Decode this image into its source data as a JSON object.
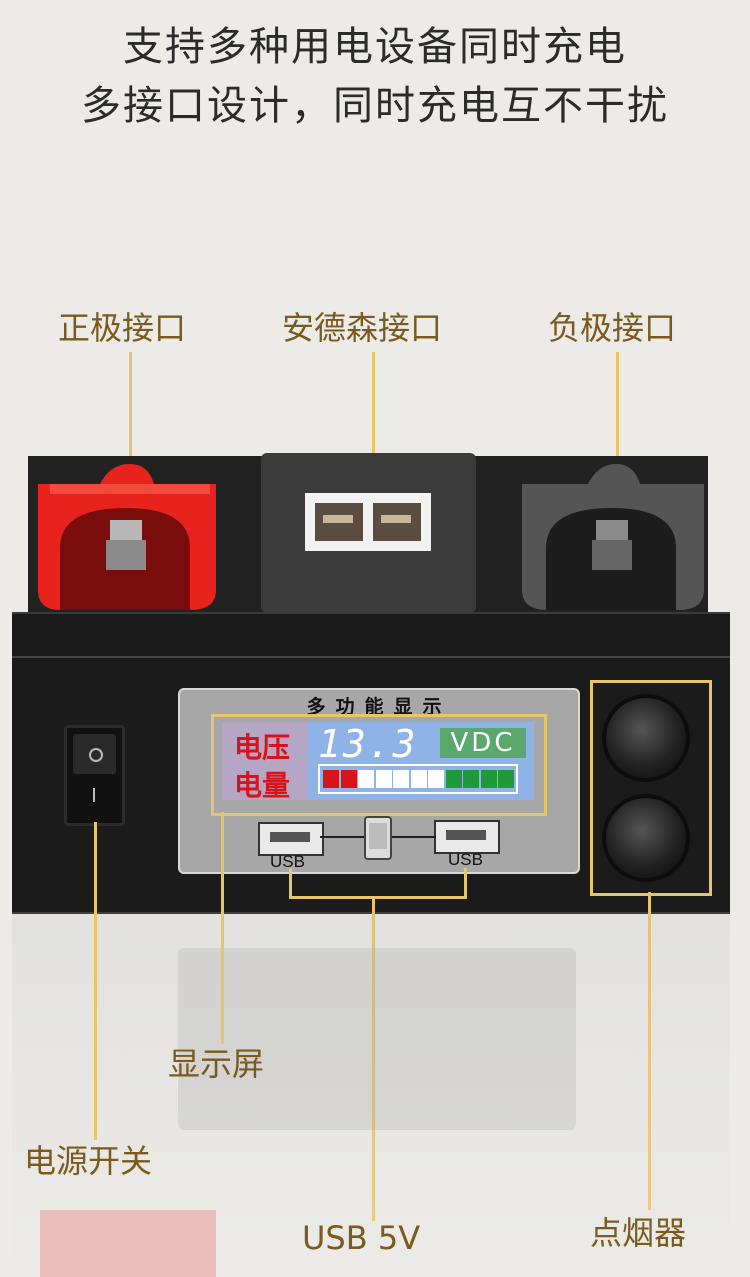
{
  "headline": {
    "line1": "支持多种用电设备同时充电",
    "line2": "多接口设计，同时充电互不干扰"
  },
  "callouts": {
    "positive": "正极接口",
    "anderson": "安德森接口",
    "negative": "负极接口",
    "display": "显示屏",
    "power_switch": "电源开关",
    "usb": "USB 5V",
    "cigarette": "点烟器"
  },
  "display_panel": {
    "title": "多功能显示",
    "voltage_label": "电压",
    "capacity_label": "电量",
    "voltage_value": "13.3",
    "unit": "VDC",
    "usb_left": "USB",
    "usb_right": "USB",
    "battery_segments": [
      "red",
      "red",
      "white",
      "white",
      "white",
      "white",
      "white",
      "green",
      "green",
      "green",
      "green"
    ]
  },
  "colors": {
    "accent_line": "#e8c46a",
    "label_text": "#7a5a1e",
    "positive_cap": "#e8221d",
    "negative_cap": "#555555",
    "lcd_background": "#8fb3e6",
    "lcd_red_text": "#d8131a"
  }
}
